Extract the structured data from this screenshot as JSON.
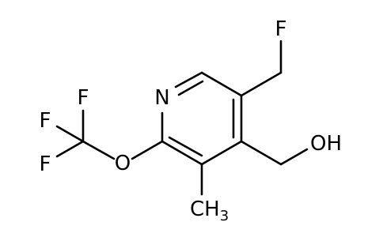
{
  "molecule": {
    "atoms": {
      "fluoromethyl_f": "F",
      "hydroxyl": "OH",
      "ring_nitrogen": "N",
      "cf3_f_top": "F",
      "cf3_f_left": "F",
      "cf3_f_bottom": "F",
      "ether_oxygen": "O",
      "methyl_c": "CH",
      "methyl_subscript": "3"
    },
    "colors": {
      "bond": "#000000",
      "label": "#000000",
      "background": "#ffffff"
    }
  }
}
